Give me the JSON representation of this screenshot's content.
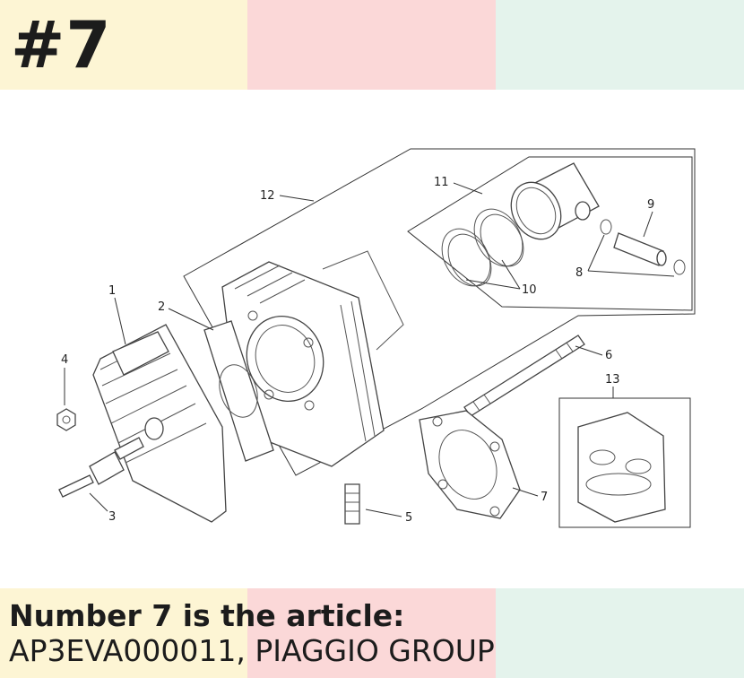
{
  "colors": {
    "band_yellow": "#fdf5d4",
    "band_pink": "#fbd8d8",
    "band_mint": "#e4f3ec",
    "text": "#1c1c1c"
  },
  "header": {
    "part_number": "#7"
  },
  "caption": {
    "heading": "Number 7 is the article:",
    "article": "AP3EVA000011, PIAGGIO GROUP"
  },
  "diagram": {
    "callouts": {
      "c1": "1",
      "c2": "2",
      "c3": "3",
      "c4": "4",
      "c5": "5",
      "c6": "6",
      "c7": "7",
      "c8": "8",
      "c9": "9",
      "c10": "10",
      "c11": "11",
      "c12": "12",
      "c13": "13"
    }
  }
}
